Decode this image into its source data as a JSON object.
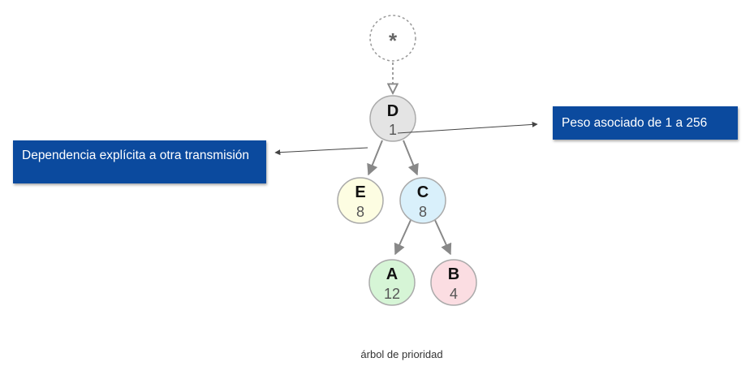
{
  "tree": {
    "root": {
      "symbol": "*"
    },
    "nodes": [
      {
        "id": "D",
        "label": "D",
        "weight": "1"
      },
      {
        "id": "E",
        "label": "E",
        "weight": "8"
      },
      {
        "id": "C",
        "label": "C",
        "weight": "8"
      },
      {
        "id": "A",
        "label": "A",
        "weight": "12"
      },
      {
        "id": "B",
        "label": "B",
        "weight": "4"
      }
    ],
    "edges": [
      {
        "from": "*",
        "to": "D",
        "style": "dashed"
      },
      {
        "from": "D",
        "to": "E",
        "style": "solid"
      },
      {
        "from": "D",
        "to": "C",
        "style": "solid"
      },
      {
        "from": "C",
        "to": "A",
        "style": "solid"
      },
      {
        "from": "C",
        "to": "B",
        "style": "solid"
      }
    ]
  },
  "callouts": {
    "weight": "Peso asociado de 1 a 256",
    "dependency": "Dependencia explícita a otra transmisión"
  },
  "caption": "árbol de prioridad",
  "colors": {
    "D": "#e4e4e4",
    "E": "#fdfde2",
    "C": "#d9f0fb",
    "A": "#d6f5d6",
    "B": "#fbdde2",
    "callout_bg": "#0b4a9e",
    "edge": "#888888"
  }
}
